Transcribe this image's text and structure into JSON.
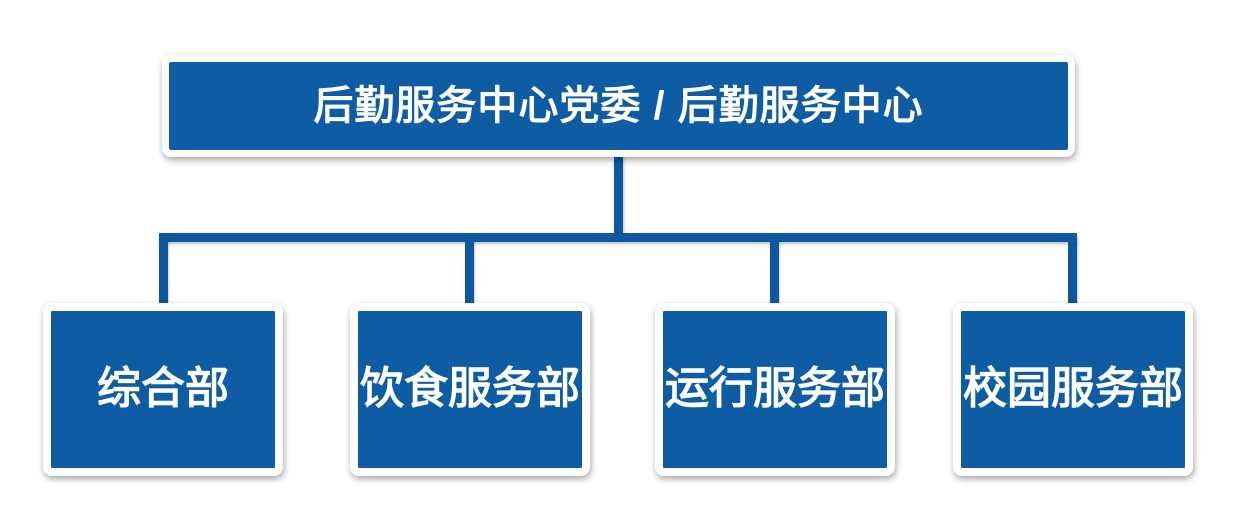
{
  "diagram": {
    "type": "org-chart",
    "root": {
      "label": "后勤服务中心党委 / 后勤服务中心"
    },
    "departments": [
      {
        "label": "综合部"
      },
      {
        "label": "饮食服务部"
      },
      {
        "label": "运行服务部"
      },
      {
        "label": "校园服务部"
      }
    ],
    "colors": {
      "node_fill": "#0E5CA4",
      "node_border": "#FFFFFF",
      "connector": "#0D589F",
      "label_text": "#FFFFFF",
      "background": "#FFFFFF"
    }
  }
}
